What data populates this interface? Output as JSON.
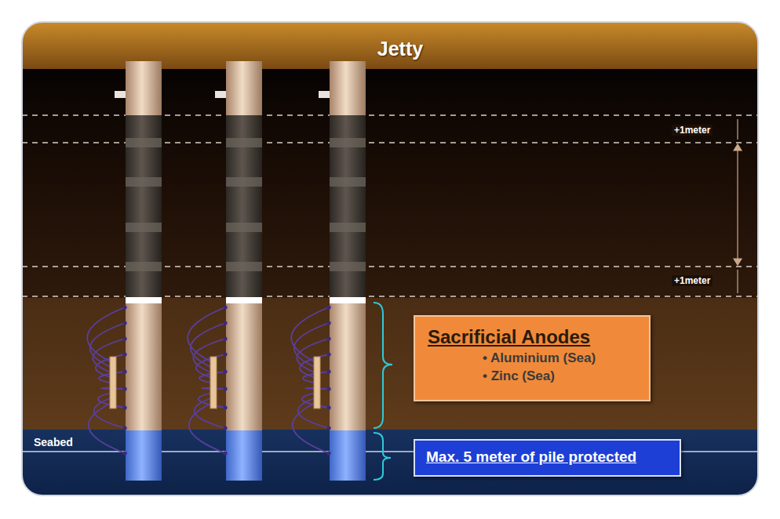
{
  "diagram": {
    "title": "Jetty",
    "nodes": [
      {
        "text": [
          "Sacrificial Anodes",
          "• Aluminium (Sea)",
          "• Zinc (Sea)"
        ]
      },
      {
        "text": [
          "Max. 5 meter of pile protected"
        ]
      }
    ],
    "labels": [
      "+1meter",
      "+1meter",
      "Seabed"
    ]
  }
}
